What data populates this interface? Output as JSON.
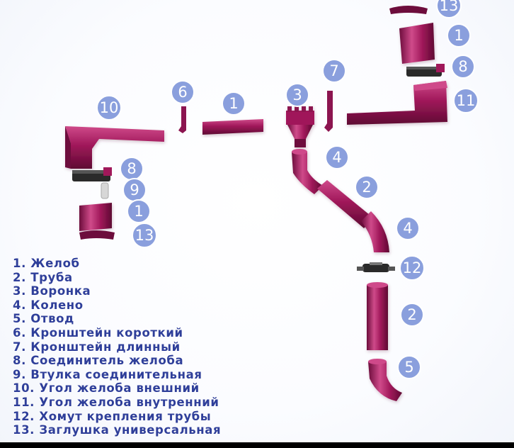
{
  "colors": {
    "part": "#a0185a",
    "part_dark": "#6d0d3c",
    "part_light": "#cf4a8a",
    "badge": "#8a9fdd",
    "legend_text": "#2f3f9a"
  },
  "legend": [
    {
      "number": "1",
      "text": "1. Желоб"
    },
    {
      "number": "2",
      "text": "2. Труба"
    },
    {
      "number": "3",
      "text": "3. Воронка"
    },
    {
      "number": "4",
      "text": "4. Колено"
    },
    {
      "number": "5",
      "text": "5. Отвод"
    },
    {
      "number": "6",
      "text": "6. Кронштейн короткий"
    },
    {
      "number": "7",
      "text": "7. Кронштейн длинный"
    },
    {
      "number": "8",
      "text": "8. Соединитель желоба"
    },
    {
      "number": "9",
      "text": "9. Втулка соединительная"
    },
    {
      "number": "10",
      "text": "10. Угол желоба внешний"
    },
    {
      "number": "11",
      "text": "11. Угол желоба внутренний"
    },
    {
      "number": "12",
      "text": "12. Хомут крепления трубы"
    },
    {
      "number": "13",
      "text": "13. Заглушка универсальная"
    }
  ],
  "callouts": [
    "13",
    "1",
    "8",
    "11",
    "7",
    "3",
    "6",
    "1",
    "10",
    "8",
    "9",
    "1",
    "13",
    "4",
    "2",
    "4",
    "12",
    "2",
    "5"
  ]
}
